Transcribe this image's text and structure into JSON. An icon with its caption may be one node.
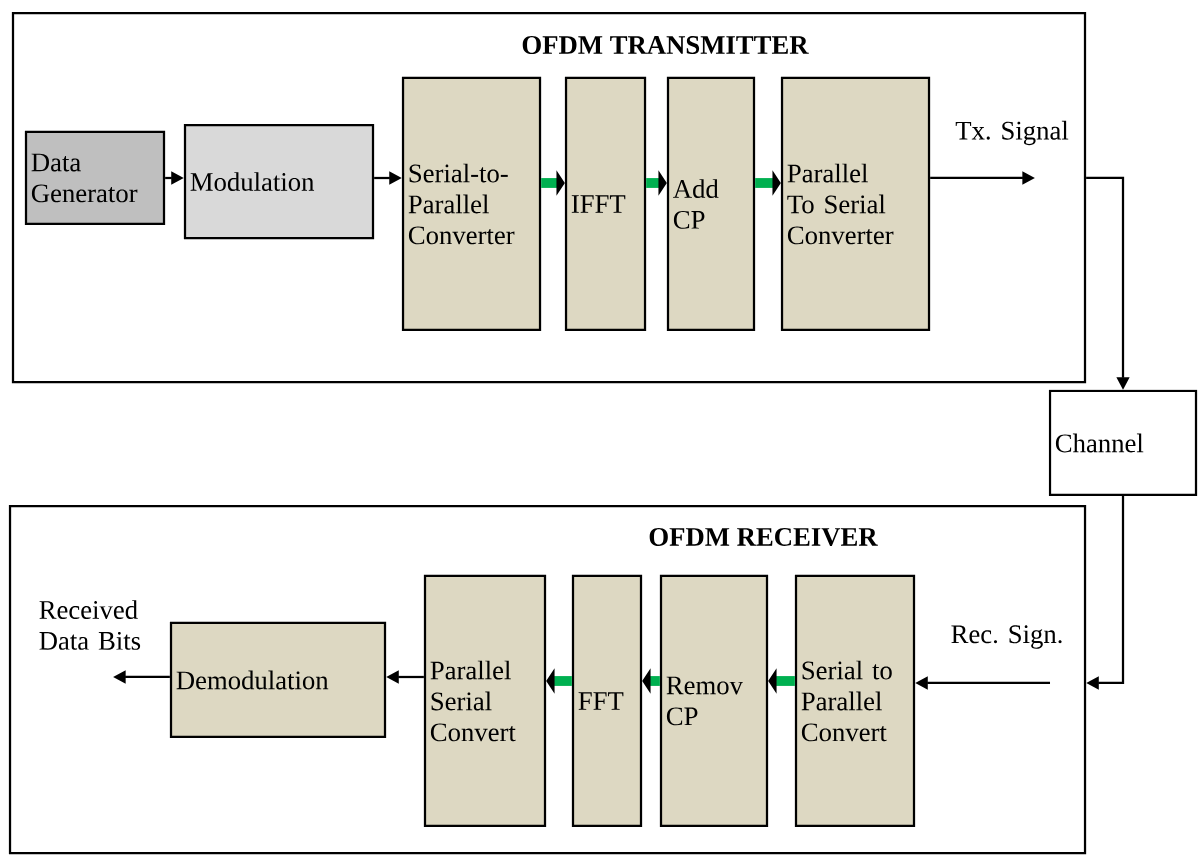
{
  "diagram": {
    "nodes": [
      {
        "text": [
          "OFDM TRANSMITTER"
        ]
      },
      {
        "text": [
          "Data Generator"
        ],
        "in": 0
      },
      {
        "text": [
          "Modulation"
        ],
        "in": 0
      },
      {
        "text": [
          "Serial-to-Parallel Converter"
        ],
        "in": 0
      },
      {
        "text": [
          "IFFT"
        ],
        "in": 0
      },
      {
        "text": [
          "Add CP"
        ],
        "in": 0
      },
      {
        "text": [
          "Parallel To Serial Converter"
        ],
        "in": 0
      },
      {
        "text": [
          "Channel"
        ]
      },
      {
        "text": [
          "OFDM RECEIVER"
        ]
      },
      {
        "text": [
          "Serial to Parallel Convert"
        ],
        "in": 8
      },
      {
        "text": [
          "Remov CP"
        ],
        "in": 8
      },
      {
        "text": [
          "FFT"
        ],
        "in": 8
      },
      {
        "text": [
          "Parallel Serial Convert"
        ],
        "in": 8
      },
      {
        "text": [
          "Demodulation"
        ],
        "in": 8
      }
    ],
    "edges": [
      {
        "from": 1,
        "to": 2,
        "arrow": "to"
      },
      {
        "from": 2,
        "to": 3,
        "arrow": "to"
      },
      {
        "from": 3,
        "to": 4,
        "arrow": "to",
        "style": "thick",
        "color": "#00b050"
      },
      {
        "from": 4,
        "to": 5,
        "arrow": "to",
        "style": "thick",
        "color": "#00b050"
      },
      {
        "from": 5,
        "to": 6,
        "arrow": "to",
        "style": "thick",
        "color": "#00b050"
      },
      {
        "from": 6,
        "to": null,
        "arrow": "to",
        "label": "Tx. Signal"
      },
      {
        "from": 0,
        "to": 7,
        "arrow": "to"
      },
      {
        "from": 7,
        "to": 8,
        "arrow": "to"
      },
      {
        "from": null,
        "to": 9,
        "arrow": "to",
        "label": "Rec. Sign."
      },
      {
        "from": 9,
        "to": 10,
        "arrow": "to",
        "style": "thick",
        "color": "#00b050"
      },
      {
        "from": 10,
        "to": 11,
        "arrow": "to",
        "style": "thick",
        "color": "#00b050"
      },
      {
        "from": 11,
        "to": 12,
        "arrow": "to",
        "style": "thick",
        "color": "#00b050"
      },
      {
        "from": 12,
        "to": 13,
        "arrow": "to"
      },
      {
        "from": 13,
        "to": null,
        "arrow": "to",
        "label": "Received Data Bits"
      }
    ]
  }
}
